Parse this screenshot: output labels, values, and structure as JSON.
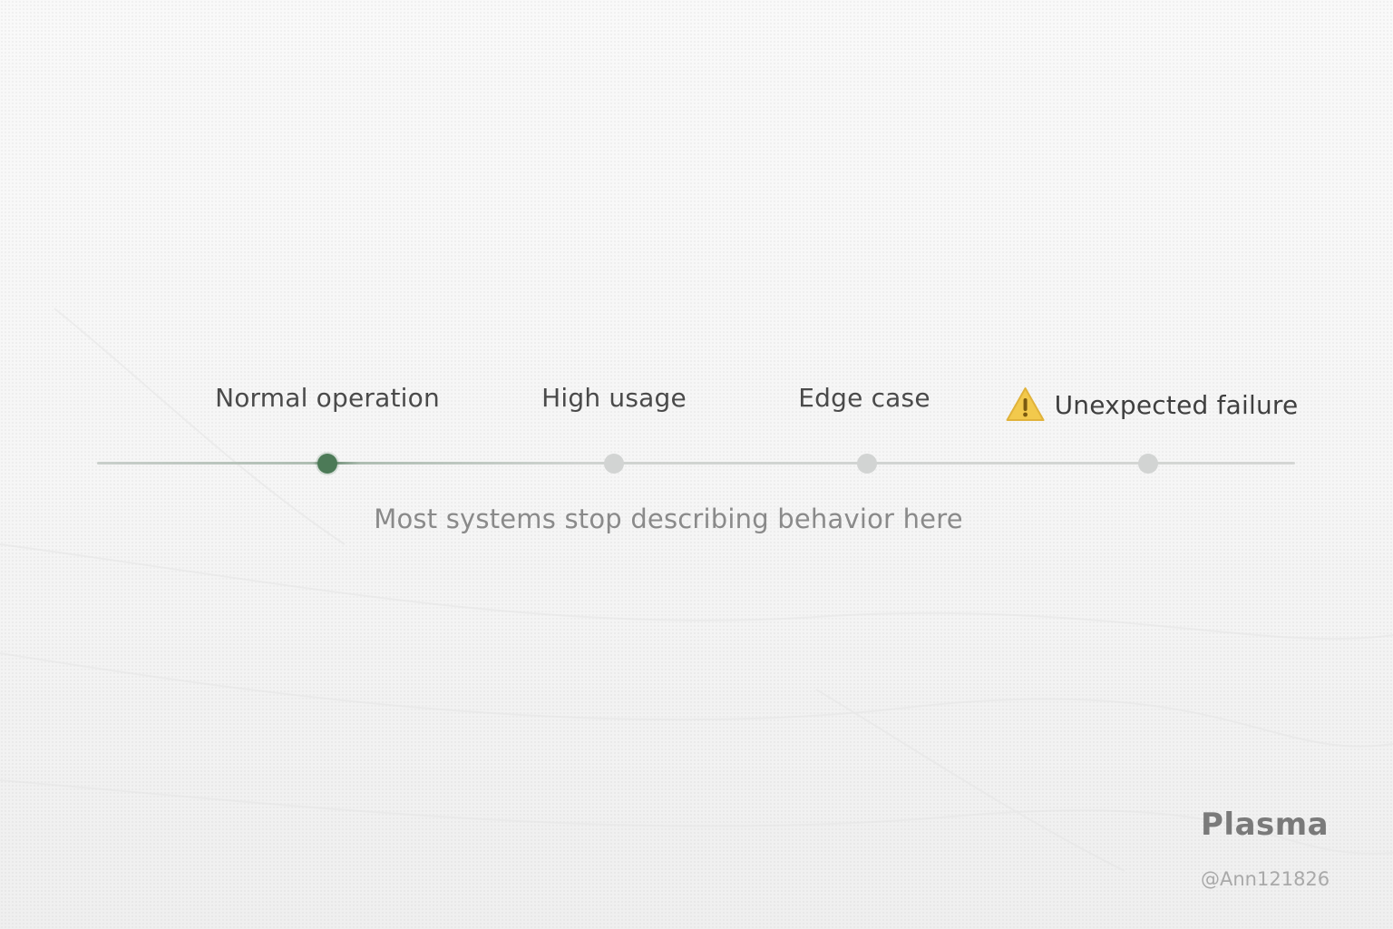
{
  "stages": [
    {
      "label": "Normal operation",
      "status": "active"
    },
    {
      "label": "High usage",
      "status": "idle"
    },
    {
      "label": "Edge case",
      "status": "idle"
    },
    {
      "label": "Unexpected failure",
      "status": "idle",
      "icon": "warning-icon"
    }
  ],
  "caption": "Most systems stop describing behavior here",
  "brand": "Plasma",
  "handle": "@Ann121826",
  "colors": {
    "active_dot": "#4c7a57",
    "idle_dot": "#d2d4d3",
    "warning": "#f2c94c"
  }
}
